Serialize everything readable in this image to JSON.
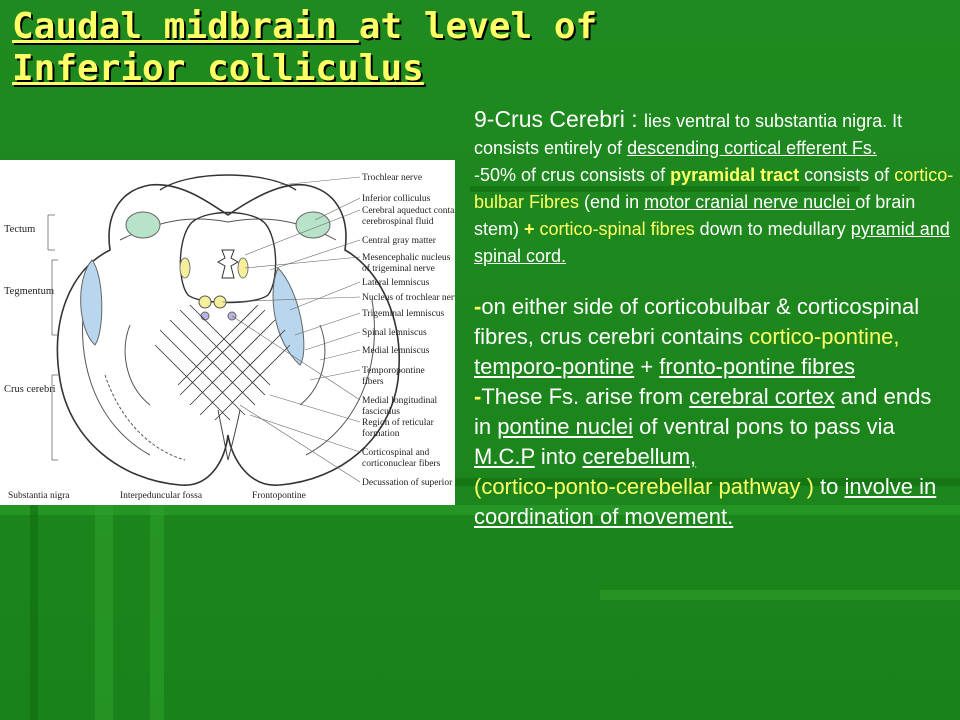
{
  "title": {
    "part1": "Caudal midbrain ",
    "part2": "at level of",
    "part3": "Inferior colliculus"
  },
  "figure": {
    "left_labels": [
      "Tectum",
      "Tegmentum",
      "Crus cerebri"
    ],
    "right_labels": [
      "Trochlear nerve",
      "Inferior colliculus",
      "Cerebral aqueduct containing",
      "cerebrospinal fluid",
      "Central gray matter",
      "Mesencephalic nucleus",
      "of trigeminal nerve",
      "Lateral lemniscus",
      "Nucleus of trochlear nerve",
      "Trigeminal lemniscus",
      "Spinal lemniscus",
      "Medial lemniscus",
      "Temporopontine",
      "fibers",
      "Medial longitudinal",
      "fasciculus",
      "Region of reticular",
      "formation",
      "Corticospinal and",
      "corticonuclear fibers",
      "Decussation of superior"
    ],
    "bottom_labels": [
      "Substantia nigra",
      "Interpeduncular fossa",
      "Frontopontine"
    ]
  },
  "text": {
    "p1": {
      "head": "9-Crus Cerebri : ",
      "a1": "lies ventral to substantia nigra. It consists entirely of ",
      "a2": "descending cortical efferent Fs.",
      "a3": "-50% of crus consists of ",
      "a4": "pyramidal tract",
      "a5": " consists of ",
      "a6": "cortico-bulbar Fibres",
      "a7": " (end in ",
      "a8": "motor cranial nerve nuclei ",
      "a9": "of brain stem) ",
      "a10": "+",
      "a11": "cortico-spinal fibres",
      "a12": " down  to medullary ",
      "a13": "pyramid and spinal cord."
    },
    "p2": {
      "b1": "-",
      "b2": "on either side of corticobulbar & corticospinal fibres, crus cerebri contains ",
      "b3": "cortico-pontine,",
      "b4": "temporo-pontine",
      "b5": " + ",
      "b6": "fronto-pontine fibres",
      "b7": "-",
      "b8": "These Fs. arise from ",
      "b9": "cerebral cortex",
      "b10": " and ends in ",
      "b11": "pontine nuclei",
      "b12": " of ventral pons to pass via ",
      "b13": "M.C.P",
      "b14": " into ",
      "b15": "cerebellum,",
      "b16": "(cortico-ponto-cerebellar pathway )",
      "b17": " to ",
      "b18": "involve in coordination of movement."
    }
  }
}
